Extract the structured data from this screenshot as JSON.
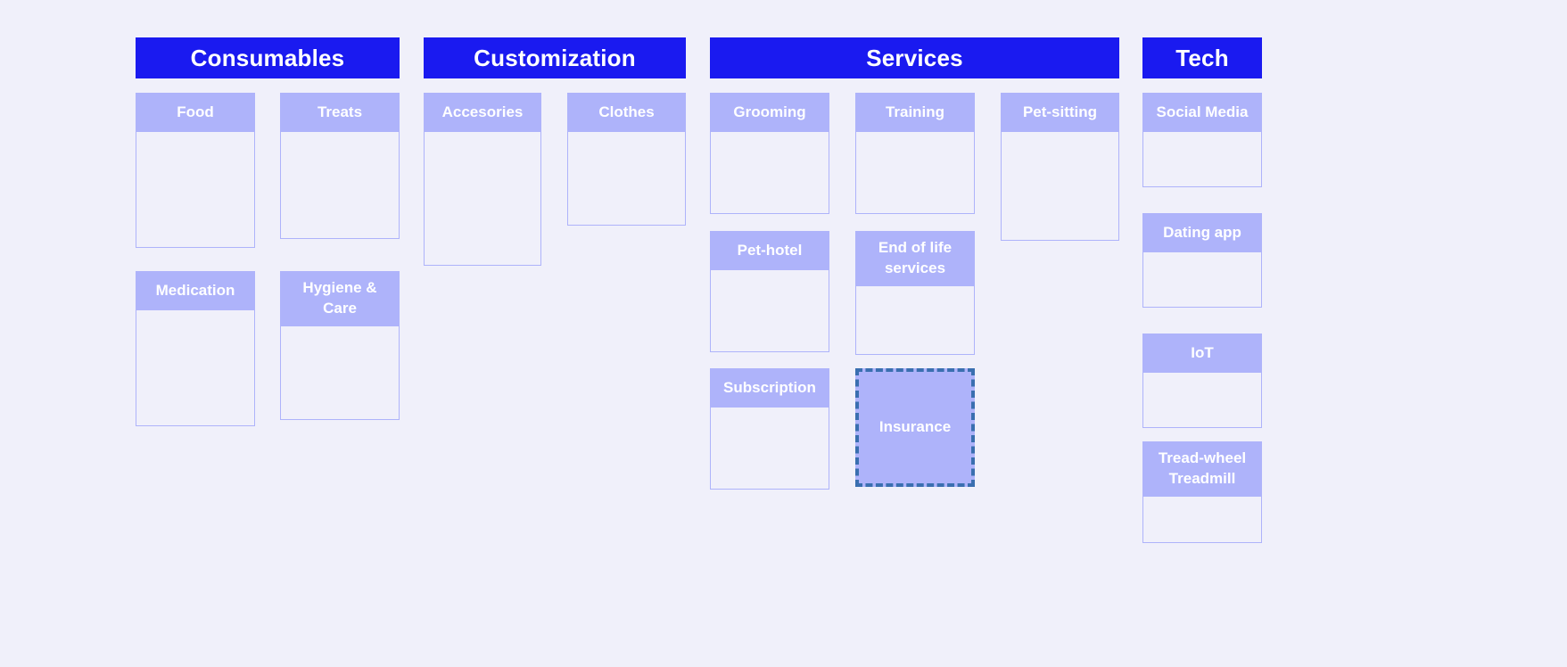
{
  "board": {
    "background_color": "#f0f0fa",
    "header_color": "#1a1af0",
    "card_header_color": "#aeb3fa",
    "card_body_color": "#f0f0fa",
    "card_border_color": "#aeb3fa",
    "highlight_border_color": "#3a6fb0",
    "title_text_color": "#ffffff"
  },
  "groups": [
    {
      "label": "Consumables",
      "columns": [
        {
          "cards": [
            {
              "label": "Food",
              "body_height": 130,
              "highlight": false
            },
            {
              "label": "Medication",
              "body_height": 130,
              "highlight": false
            }
          ]
        },
        {
          "cards": [
            {
              "label": "Treats",
              "body_height": 120,
              "highlight": false
            },
            {
              "label": "Hygiene & Care",
              "body_height": 120,
              "highlight": false
            }
          ]
        }
      ]
    },
    {
      "label": "Customization",
      "columns": [
        {
          "cards": [
            {
              "label": "Accesories",
              "body_height": 150,
              "highlight": false
            }
          ]
        },
        {
          "cards": [
            {
              "label": "Clothes",
              "body_height": 105,
              "highlight": false
            }
          ]
        }
      ]
    },
    {
      "label": "Services",
      "columns": [
        {
          "cards": [
            {
              "label": "Grooming",
              "body_height": 92,
              "highlight": false
            },
            {
              "label": "Pet-hotel",
              "body_height": 92,
              "highlight": false
            },
            {
              "label": "Subscription",
              "body_height": 92,
              "highlight": false
            }
          ]
        },
        {
          "cards": [
            {
              "label": "Training",
              "body_height": 92,
              "highlight": false
            },
            {
              "label": "End of life services",
              "body_height": 77,
              "highlight": false
            },
            {
              "label": "Insurance",
              "body_height": 0,
              "highlight": true
            }
          ]
        },
        {
          "cards": [
            {
              "label": "Pet-sitting",
              "body_height": 122,
              "highlight": false
            }
          ]
        }
      ]
    },
    {
      "label": "Tech",
      "columns": [
        {
          "cards": [
            {
              "label": "Social Media",
              "body_height": 62,
              "highlight": false
            },
            {
              "label": "Dating app",
              "body_height": 62,
              "highlight": false
            },
            {
              "label": "IoT",
              "body_height": 62,
              "highlight": false
            },
            {
              "label": "Tread-wheel Treadmill",
              "body_height": 62,
              "highlight": false
            }
          ]
        }
      ]
    }
  ]
}
